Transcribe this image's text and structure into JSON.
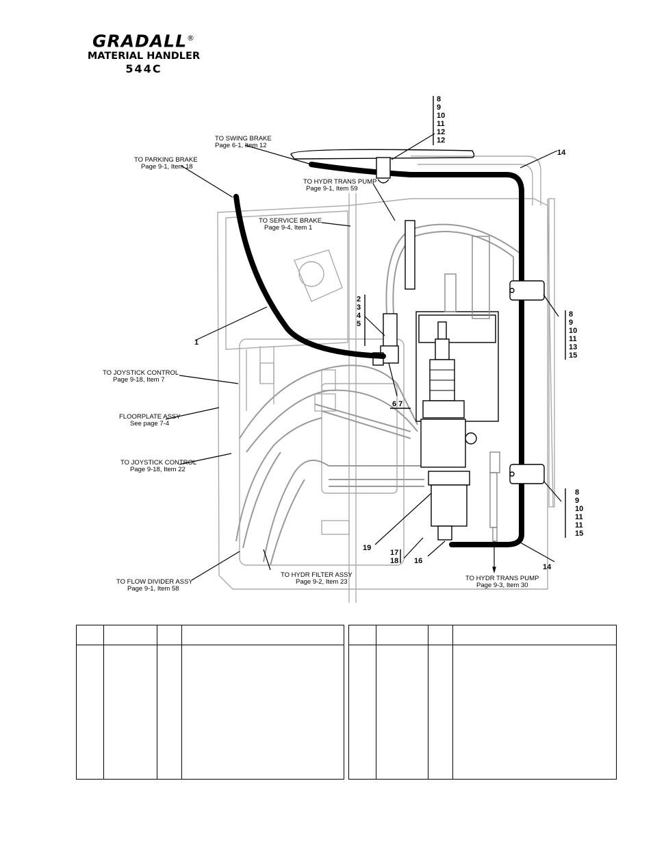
{
  "header": {
    "brand": "GRADALL",
    "registered": "®",
    "subtitle": "MATERIAL HANDLER",
    "model": "544C"
  },
  "callouts": {
    "to_swing_brake": [
      "TO SWING BRAKE",
      "Page 6-1, Item 12"
    ],
    "to_parking_brake": [
      "TO PARKING BRAKE",
      "Page 9-1, Item 18"
    ],
    "to_hydr_trans_pump": [
      "TO HYDR TRANS PUMP",
      "Page 9-1, Item 59"
    ],
    "to_service_brake": [
      "TO SERVICE BRAKE",
      "Page 9-4, Item 1"
    ],
    "to_joystick_control_1": [
      "TO JOYSTICK CONTROL",
      "Page 9-18, Item 7"
    ],
    "floorplate_assy": [
      "FLOORPLATE ASSY",
      "See page 7-4"
    ],
    "to_joystick_control_2": [
      "TO JOYSTICK CONTROL",
      "Page 9-18, Item 22"
    ],
    "to_flow_divider_assy": [
      "TO FLOW DIVIDER ASSY",
      "Page 9-1, Item 58"
    ],
    "to_hydr_filter_assy": [
      "TO HYDR FILTER ASSY",
      "Page 9-2, Item 23"
    ],
    "to_hydr_trans_pump_2": [
      "TO HYDR TRANS PUMP",
      "Page 9-3, Item 30"
    ]
  },
  "item_numbers": {
    "top_stack": [
      "8",
      "9",
      "10",
      "11",
      "12",
      "12"
    ],
    "right_upper_stack": [
      "8",
      "9",
      "10",
      "11",
      "13",
      "15"
    ],
    "right_lower_stack": [
      "8",
      "9",
      "10",
      "11",
      "11",
      "15"
    ],
    "left_stack": [
      "2",
      "3",
      "4",
      "5"
    ],
    "fitting_pair": "6 7",
    "filter_pair": [
      "17",
      "18"
    ],
    "hose_top": "14",
    "hose_bottom": "14",
    "hose_left": "1",
    "filter_body": "19",
    "fitting_elbow": "16"
  }
}
